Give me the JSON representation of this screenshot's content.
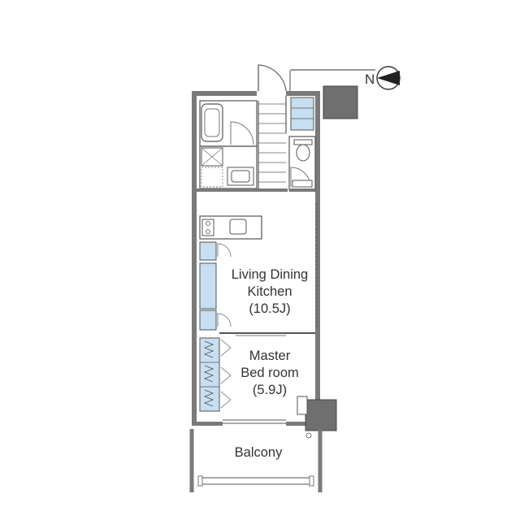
{
  "compass": {
    "north_letter": "N"
  },
  "rooms": {
    "ldk": {
      "line1": "Living Dining",
      "line2": "Kitchen",
      "size": "(10.5J)"
    },
    "bedroom": {
      "line1": "Master",
      "line2": "Bed room",
      "size": "(5.9J)"
    },
    "balcony": {
      "label": "Balcony"
    }
  },
  "colors": {
    "wall": "#7a7a7a",
    "wall_dark": "#555555",
    "column": "#6f6f6f",
    "fixture_blue": "#c7dff0",
    "fixture_line": "#555555",
    "text": "#333333"
  }
}
